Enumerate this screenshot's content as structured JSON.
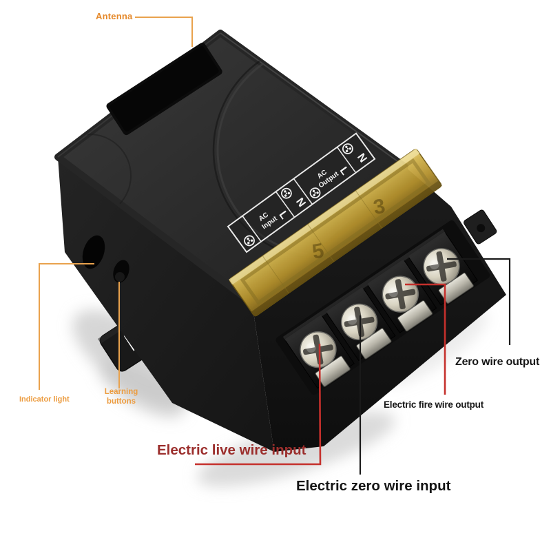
{
  "colors": {
    "background": "#ffffff",
    "accent_orange": "#e5892b",
    "annotation_orange_line": "#e9a24d",
    "annotation_red": "#c5302c",
    "dark_red_text": "#9b2e2c",
    "black_text": "#161616",
    "body_black": "#232323",
    "cover_gold": "#c2a137"
  },
  "callouts": {
    "antenna": {
      "label": "Antenna"
    },
    "indicator_light": {
      "label": "Indicator light"
    },
    "learning_buttons": {
      "label_line1": "Learning",
      "label_line2": "buttons"
    },
    "zero_wire_output": {
      "label": "Zero wire output"
    },
    "electric_fire_wire_output": {
      "label": "Electric fire wire output"
    },
    "electric_live_wire_input": {
      "label": "Electric live wire input"
    },
    "electric_zero_wire_input": {
      "label": "Electric zero wire input"
    }
  },
  "device": {
    "sticker": {
      "input": {
        "title_line1": "AC",
        "title_line2": "Input",
        "terminal_l": "L",
        "terminal_n": "N"
      },
      "output": {
        "title_line1": "AC",
        "title_line2": "Output",
        "terminal_l": "L",
        "terminal_n": "N"
      }
    },
    "cover": {
      "digit1": "5",
      "digit2": "3"
    }
  }
}
